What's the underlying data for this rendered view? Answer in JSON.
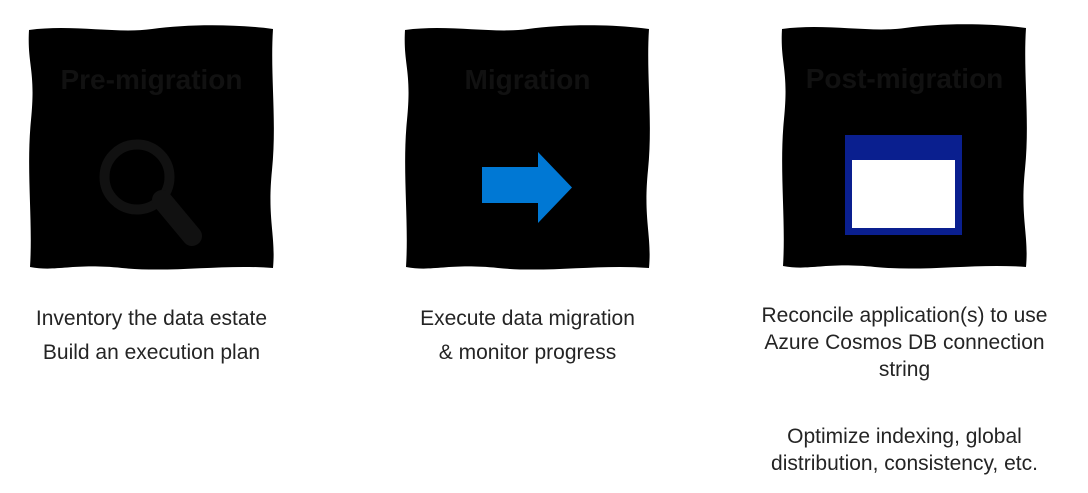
{
  "colors": {
    "arrow_blue": "#0078d4",
    "window_navy": "#0a1f8f",
    "icon_black": "#111111",
    "border_line": "#3a3a3a"
  },
  "stages": [
    {
      "title": "Pre-migration",
      "icon": "magnifier-icon",
      "caption_lines": [
        "Inventory the data estate",
        "Build an execution plan"
      ]
    },
    {
      "title": "Migration",
      "icon": "arrow-right-icon",
      "caption_lines": [
        "Execute data migration",
        "& monitor progress"
      ]
    },
    {
      "title": "Post-migration",
      "icon": "browser-window-icon",
      "caption_lines": [
        "Reconcile application(s) to use",
        "Azure Cosmos DB connection",
        "string"
      ],
      "caption_lines_2": [
        "Optimize indexing, global",
        "distribution, consistency, etc."
      ]
    }
  ]
}
